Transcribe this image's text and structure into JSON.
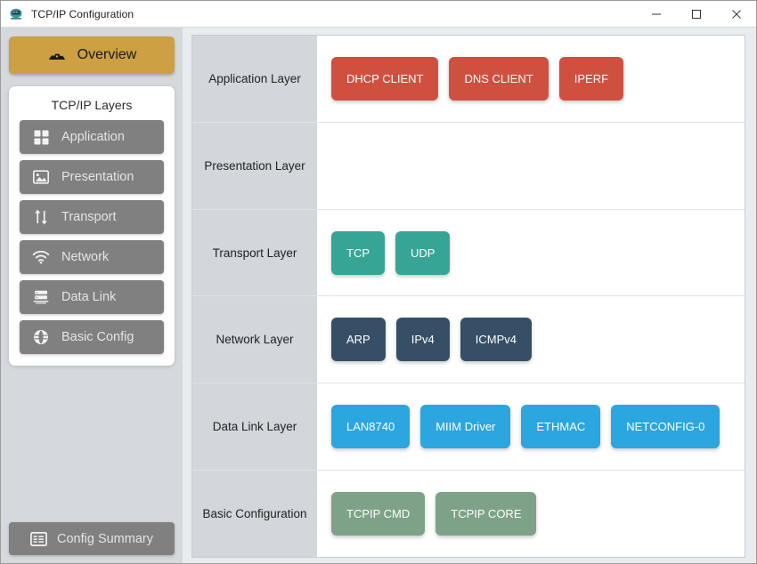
{
  "window": {
    "title": "TCP/IP Configuration",
    "icon": "app-network-icon",
    "controls": {
      "minimize": "minimize-button",
      "maximize": "maximize-button",
      "close": "close-button"
    }
  },
  "sidebar": {
    "overview": {
      "label": "Overview",
      "icon": "gauge-icon",
      "color": "#cca043"
    },
    "layers_card": {
      "title": "TCP/IP Layers",
      "items": [
        {
          "label": "Application",
          "icon": "grid-icon"
        },
        {
          "label": "Presentation",
          "icon": "image-icon"
        },
        {
          "label": "Transport",
          "icon": "up-down-arrows-icon"
        },
        {
          "label": "Network",
          "icon": "wifi-icon"
        },
        {
          "label": "Data Link",
          "icon": "server-stack-icon"
        },
        {
          "label": "Basic Config",
          "icon": "globe-icon"
        }
      ]
    },
    "summary": {
      "label": "Config Summary",
      "icon": "list-panel-icon"
    }
  },
  "main": {
    "rows": [
      {
        "label": "Application Layer",
        "color": "#d0503f",
        "chips": [
          "DHCP CLIENT",
          "DNS CLIENT",
          "IPERF"
        ]
      },
      {
        "label": "Presentation Layer",
        "color": "#d0503f",
        "chips": []
      },
      {
        "label": "Transport Layer",
        "color": "#36a595",
        "chips": [
          "TCP",
          "UDP"
        ]
      },
      {
        "label": "Network Layer",
        "color": "#374f66",
        "chips": [
          "ARP",
          "IPv4",
          "ICMPv4"
        ]
      },
      {
        "label": "Data Link Layer",
        "color": "#2ba6de",
        "chips": [
          "LAN8740",
          "MIIM Driver",
          "ETHMAC",
          "NETCONFIG-0"
        ]
      },
      {
        "label": "Basic Configuration",
        "color": "#7da288",
        "chips": [
          "TCPIP CMD",
          "TCPIP CORE"
        ]
      }
    ]
  },
  "colors": {
    "gold": "#cca043",
    "red": "#d0503f",
    "teal": "#36a595",
    "navy": "#374f66",
    "blue": "#2ba6de",
    "green": "#7da288",
    "sidebar_bg": "#d5d8dc",
    "button_gray": "#808080",
    "label_cell": "#d3d6da"
  }
}
